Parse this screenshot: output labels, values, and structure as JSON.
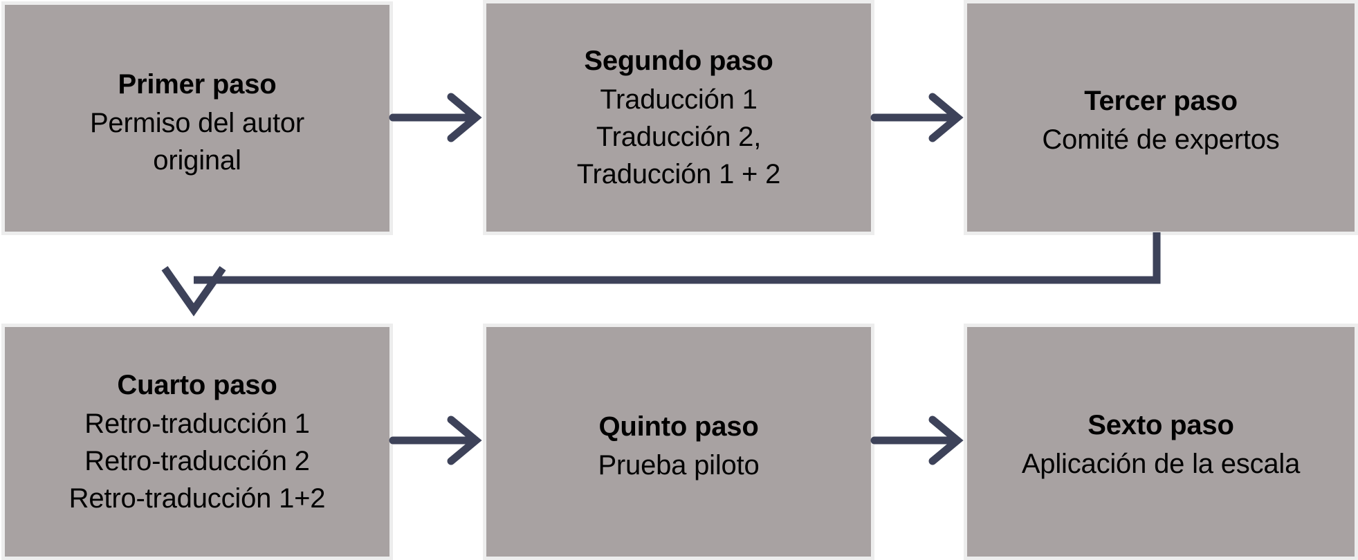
{
  "diagram": {
    "type": "flowchart",
    "orientation": "two-row-serpentine",
    "colors": {
      "node_fill": "#a8a2a2",
      "node_border": "#ededed",
      "connector": "#3d4259",
      "text": "#000000",
      "background": "#ffffff"
    },
    "nodes": [
      {
        "id": "paso-1",
        "title": "Primer paso",
        "lines": [
          "Permiso del autor",
          "original"
        ]
      },
      {
        "id": "paso-2",
        "title": "Segundo paso",
        "lines": [
          "Traducción 1",
          "Traducción 2,",
          "Traducción 1 + 2"
        ]
      },
      {
        "id": "paso-3",
        "title": "Tercer paso",
        "lines": [
          "Comité de expertos"
        ]
      },
      {
        "id": "paso-4",
        "title": "Cuarto paso",
        "lines": [
          "Retro-traducción 1",
          "Retro-traducción 2",
          "Retro-traducción 1+2"
        ]
      },
      {
        "id": "paso-5",
        "title": "Quinto paso",
        "lines": [
          "Prueba piloto"
        ]
      },
      {
        "id": "paso-6",
        "title": "Sexto paso",
        "lines": [
          "Aplicación de la escala"
        ]
      }
    ],
    "connectors": [
      {
        "id": "c1",
        "from": "paso-1",
        "to": "paso-2",
        "shape": "straight-right",
        "icon": "arrow-right-icon"
      },
      {
        "id": "c2",
        "from": "paso-2",
        "to": "paso-3",
        "shape": "straight-right",
        "icon": "arrow-right-icon"
      },
      {
        "id": "c3",
        "from": "paso-3",
        "to": "paso-4",
        "shape": "elbow-down-left",
        "icon": "arrow-down-icon"
      },
      {
        "id": "c4",
        "from": "paso-4",
        "to": "paso-5",
        "shape": "straight-right",
        "icon": "arrow-right-icon"
      },
      {
        "id": "c5",
        "from": "paso-5",
        "to": "paso-6",
        "shape": "straight-right",
        "icon": "arrow-right-icon"
      }
    ]
  }
}
